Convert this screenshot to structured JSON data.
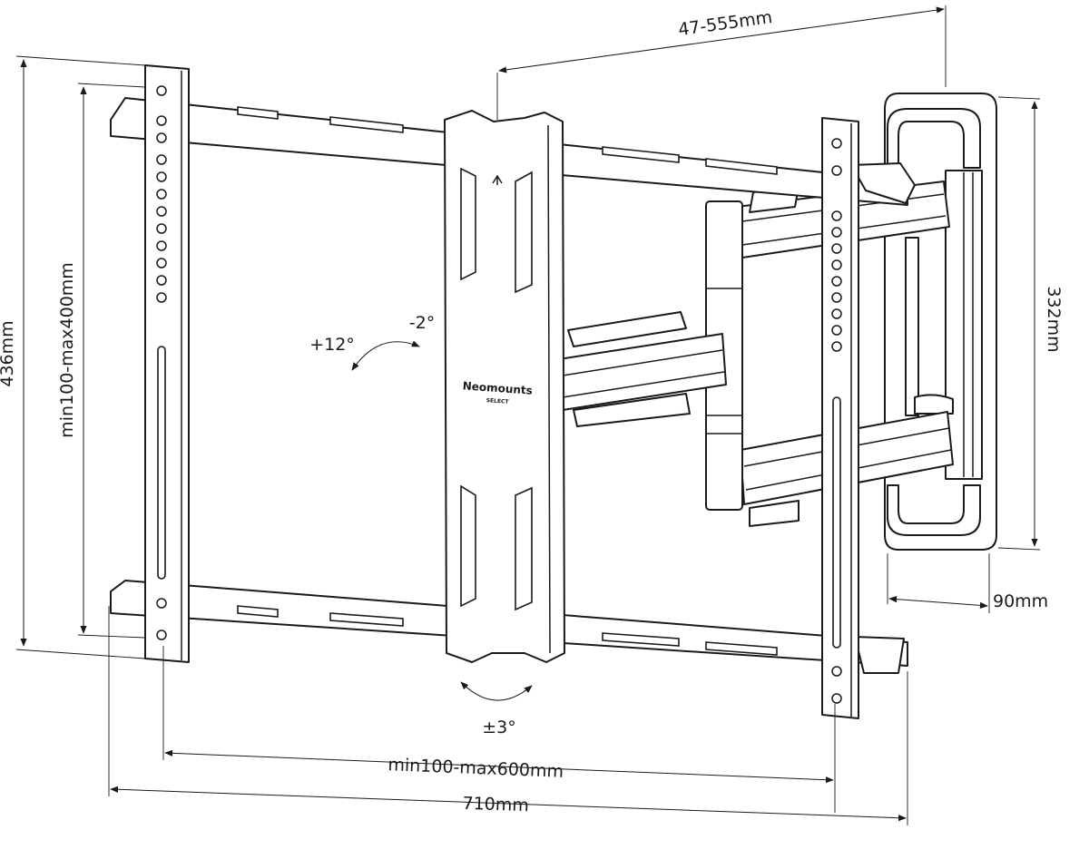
{
  "dimensions": {
    "arm_extension": "47-555mm",
    "total_height": "436mm",
    "vesa_vertical": "min100-max400mm",
    "wall_plate_height": "332mm",
    "wall_depth": "90mm",
    "vesa_horizontal": "min100-max600mm",
    "total_width": "710mm"
  },
  "angles": {
    "tilt_up": "+12°",
    "tilt_down": "-2°",
    "rotation": "±3°"
  },
  "brand": {
    "logo_text": "Neomounts",
    "sub_text": "SELECT"
  }
}
